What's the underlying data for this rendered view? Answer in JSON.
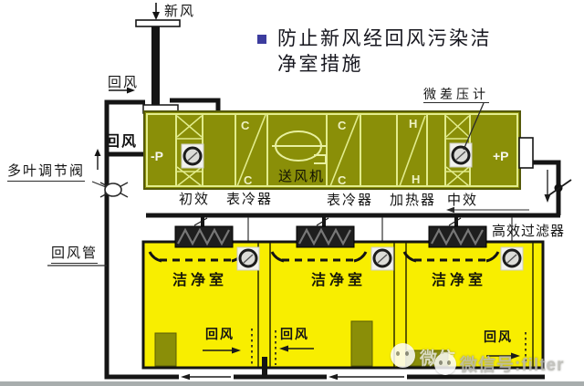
{
  "title": {
    "line1": "防止新风经回风污染洁",
    "line2": "净室措施",
    "full_text": "防止新风经回风污染洁净室措施"
  },
  "ducts": {
    "fresh_air": "新风",
    "return_air_upper": "回风",
    "return_air_inlet": "回风",
    "damper_valve": "多叶调节阀",
    "return_duct": "回风管"
  },
  "ahu": {
    "neg_pressure": "-P",
    "pos_pressure": "+P",
    "fan_label": "送风机",
    "cooling_letter": "C",
    "heating_letter": "H",
    "section_labels": [
      "初效",
      "表冷器",
      "表冷器",
      "加热器",
      "中效"
    ],
    "gauge_label": "微差压计"
  },
  "supply": {
    "hepa_label": "高效过滤器"
  },
  "rooms": {
    "name": "洁净室",
    "return_label": "回风"
  },
  "watermark": {
    "prefix": "微信",
    "text": "微信号:filter"
  },
  "colors": {
    "ahu_body": "#8a8f08",
    "ahu_lines": "#e2ec8c",
    "room_yellow": "#f8ee00",
    "olive_block": "#8a8e08",
    "filter_dark": "#1e1e1e",
    "title_bullet": "#3c3c9e",
    "duct_black": "#151515"
  }
}
